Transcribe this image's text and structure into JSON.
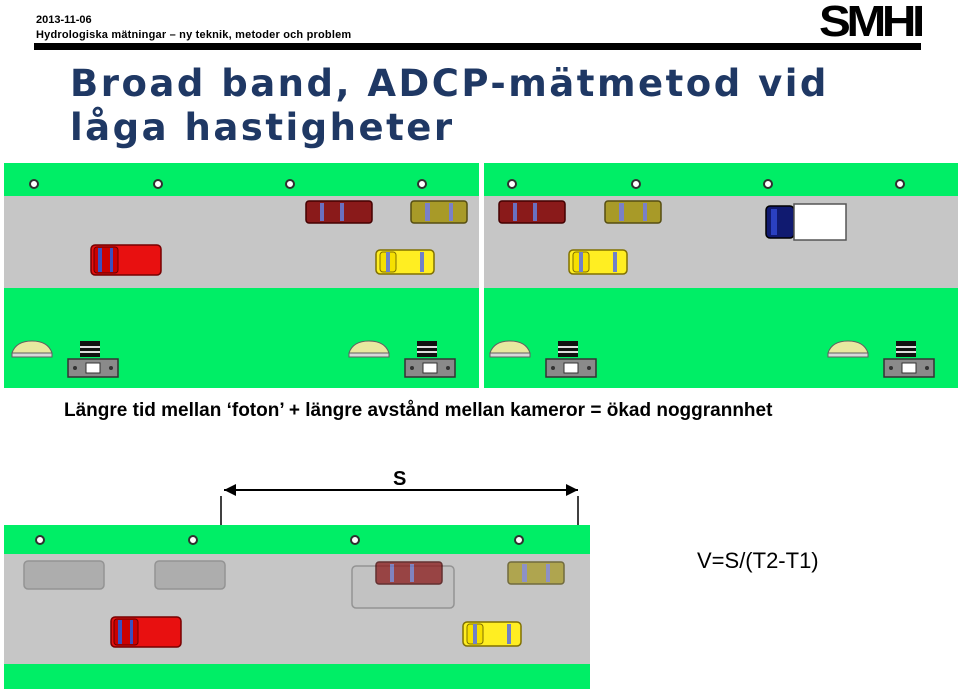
{
  "header": {
    "date": "2013-11-06",
    "subtitle": "Hydrologiska mätningar – ny teknik, metoder och problem",
    "logo_text": "SMHI"
  },
  "title": "Broad band, ADCP-mätmetod vid låga hastigheter",
  "caption": "Längre tid mellan ‘foton’ + längre avstånd mellan kameror =  ökad noggrannhet",
  "distance_label": "S",
  "formula": "V=S/(T2-T1)",
  "colors": {
    "grass": "#00ee66",
    "road": "#c6c6c6",
    "title": "#1f3864",
    "red_car": "#e81010",
    "maroon_car": "#8a1a1a",
    "olive_car": "#a89a28",
    "yellow_car": "#ffee22",
    "truck_cab": "#101a70",
    "camera": "#707070"
  },
  "icons": [
    "road-lamp-icon",
    "car-icon",
    "truck-icon",
    "camera-icon",
    "double-arrow-icon"
  ]
}
